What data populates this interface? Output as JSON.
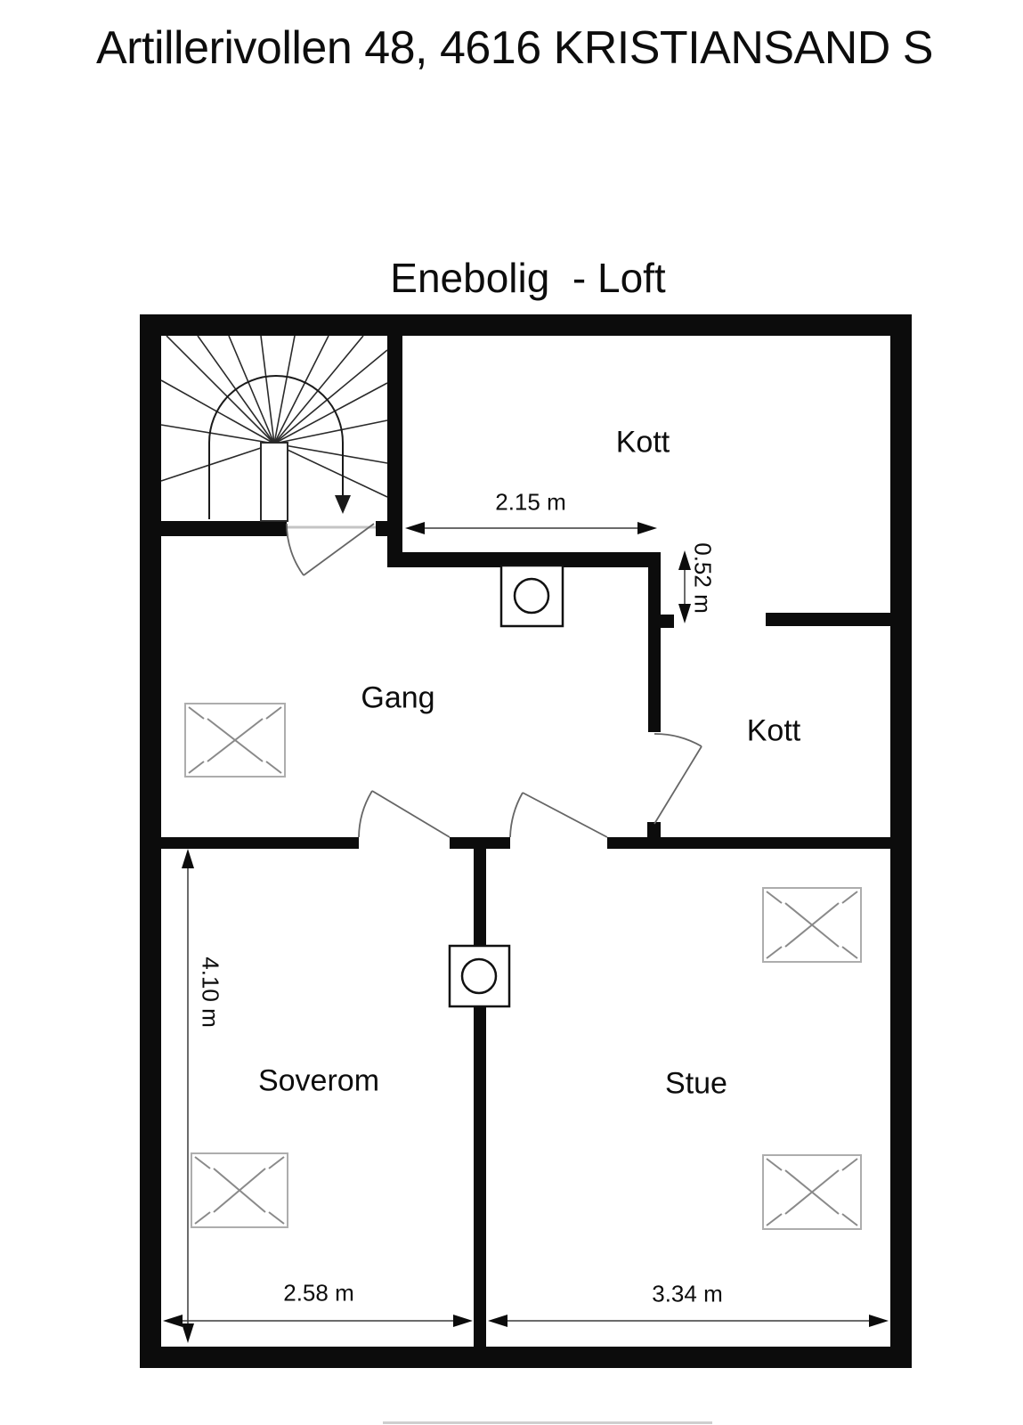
{
  "header": {
    "address_title": "Artillerivollen 48, 4616 KRISTIANSAND S",
    "plan_title": "Enebolig  - Loft"
  },
  "floorplan": {
    "rooms": {
      "kott_top": "Kott",
      "gang": "Gang",
      "kott_right": "Kott",
      "soverom": "Soverom",
      "stue": "Stue"
    },
    "dimensions": {
      "kott_width": "2.15 m",
      "recess_height": "0.52 m",
      "soverom_height": "4.10 m",
      "soverom_width": "2.58 m",
      "stue_width": "3.34 m"
    },
    "colors": {
      "wall": "#0c0c0c",
      "thin_line": "#2a2a2a",
      "door_line": "#666666",
      "window_line": "#8a8a8a"
    }
  }
}
